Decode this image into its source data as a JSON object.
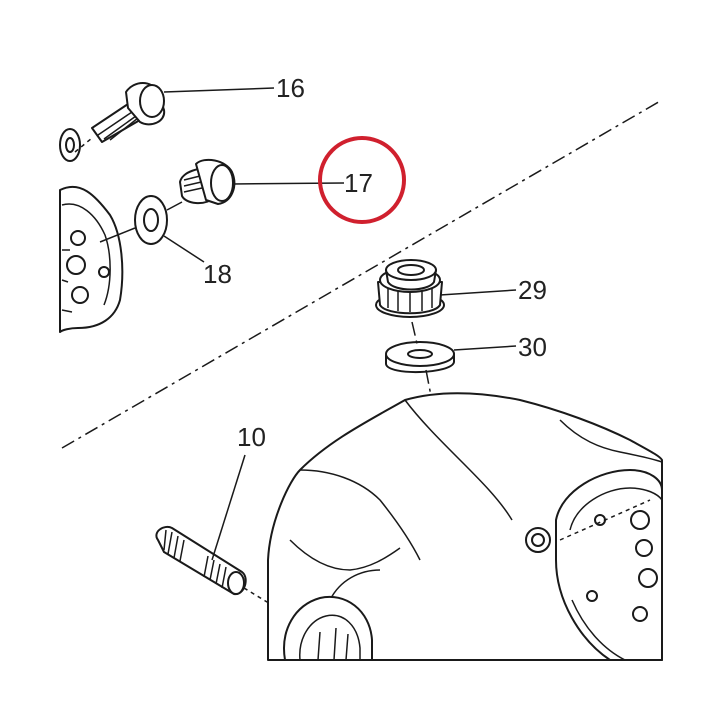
{
  "callouts": {
    "c16": "16",
    "c17": "17",
    "c18": "18",
    "c29": "29",
    "c30": "30",
    "c10": "10"
  },
  "highlight": {
    "target": "17",
    "color": "#d0202e"
  }
}
